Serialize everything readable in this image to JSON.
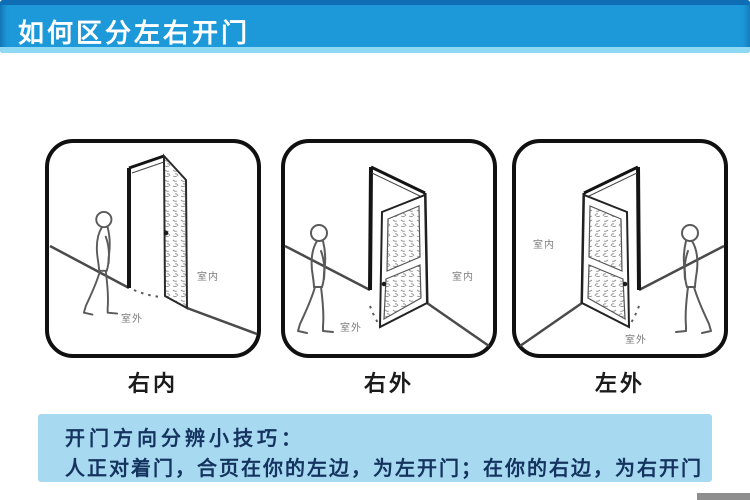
{
  "header": {
    "title": "如何区分左右开门",
    "bg_color": "#1d99da",
    "top_strip_color": "#0e6db4",
    "bottom_strip_color": "#90d9f4",
    "title_color": "#ffffff"
  },
  "panels": [
    {
      "caption": "右内",
      "labels": {
        "indoor": "室内",
        "outdoor": "室外"
      },
      "scene": "door hinged right, opening inward away from viewer, person walking right toward doorway"
    },
    {
      "caption": "右外",
      "labels": {
        "indoor": "室内",
        "outdoor": "室外"
      },
      "scene": "door hinged right, opening outward toward viewer, person walking right toward doorway"
    },
    {
      "caption": "左外",
      "labels": {
        "indoor": "室内",
        "outdoor": "室外"
      },
      "scene": "door hinged left, opening outward toward viewer, person walking left toward doorway"
    }
  ],
  "tip": {
    "title": "开门方向分辨小技巧：",
    "body": "人正对着门，合页在你的左边，为左开门；在你的右边，为右开门",
    "bg_color": "#a7daf0",
    "text_color": "#14335f"
  },
  "footer": {
    "progress_bar_color": "#8e8e8e"
  }
}
